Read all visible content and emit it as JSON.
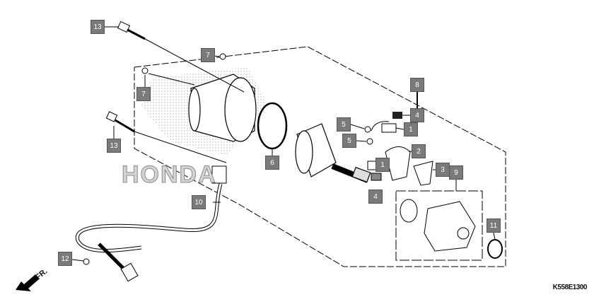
{
  "diagram": {
    "watermark": "HONDA",
    "part_code": "K558E1300",
    "front_indicator": "FR.",
    "callouts": [
      "13",
      "7",
      "7",
      "13",
      "6",
      "5",
      "5",
      "1",
      "4",
      "8",
      "2",
      "1",
      "4",
      "3",
      "9",
      "11",
      "10",
      "12"
    ]
  }
}
